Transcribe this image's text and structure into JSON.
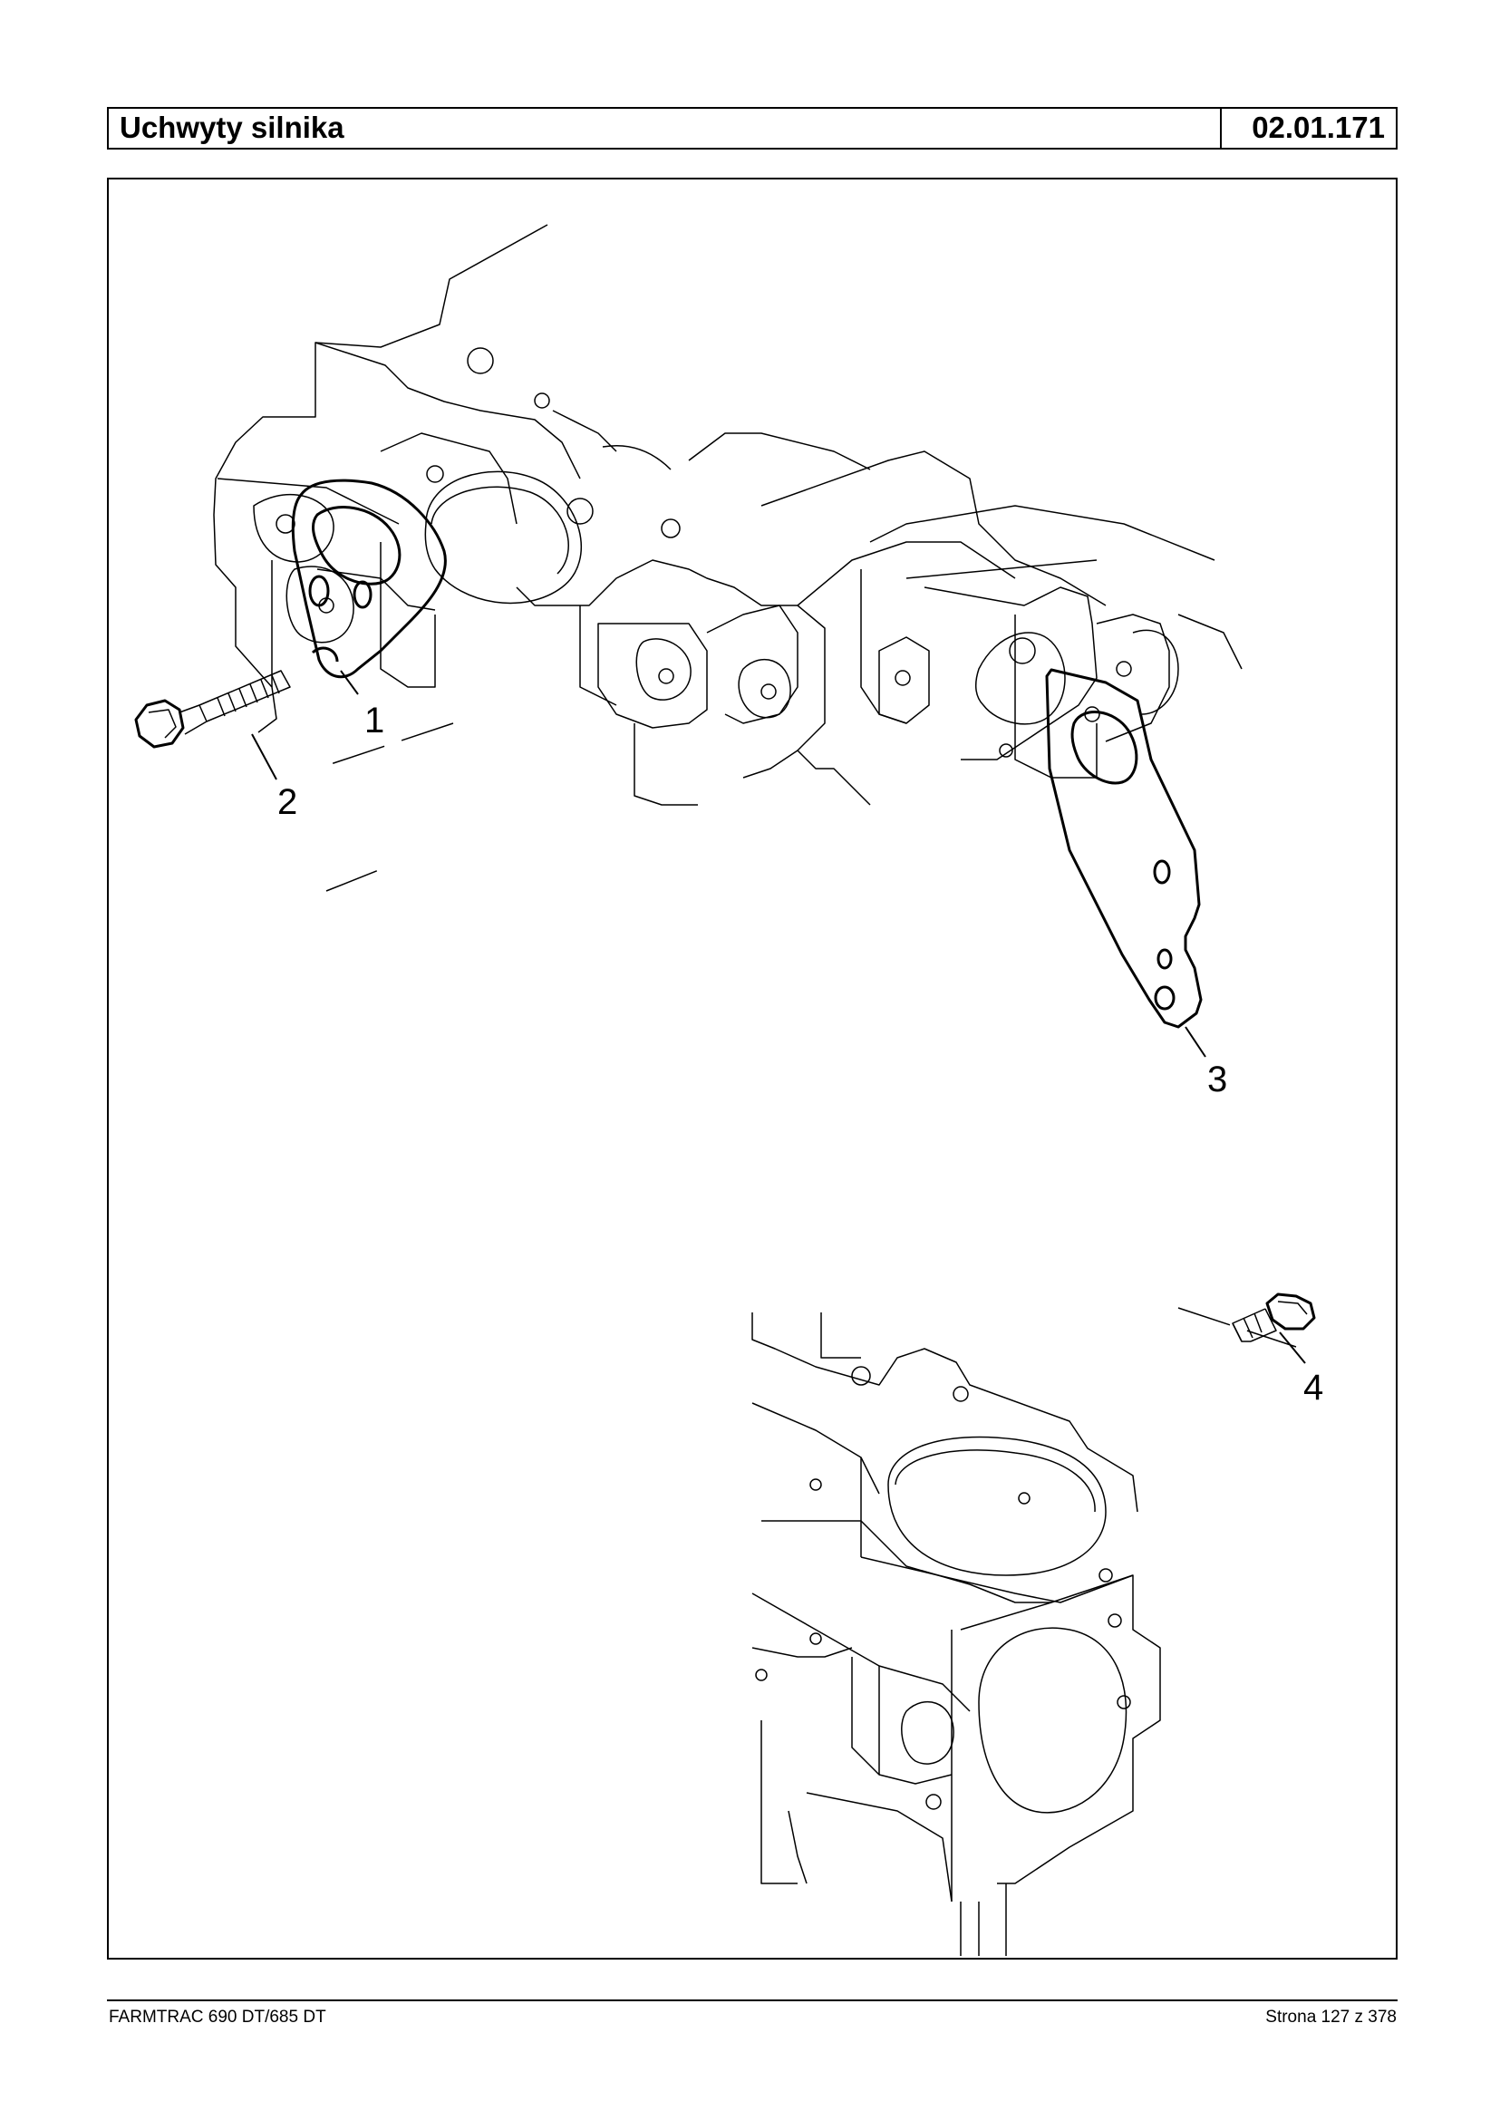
{
  "header": {
    "title": "Uchwyty silnika",
    "code": "02.01.171"
  },
  "callouts": [
    "1",
    "2",
    "3",
    "4"
  ],
  "footer": {
    "model": "FARMTRAC 690 DT/685 DT",
    "page": "Strona 127 z 378"
  }
}
